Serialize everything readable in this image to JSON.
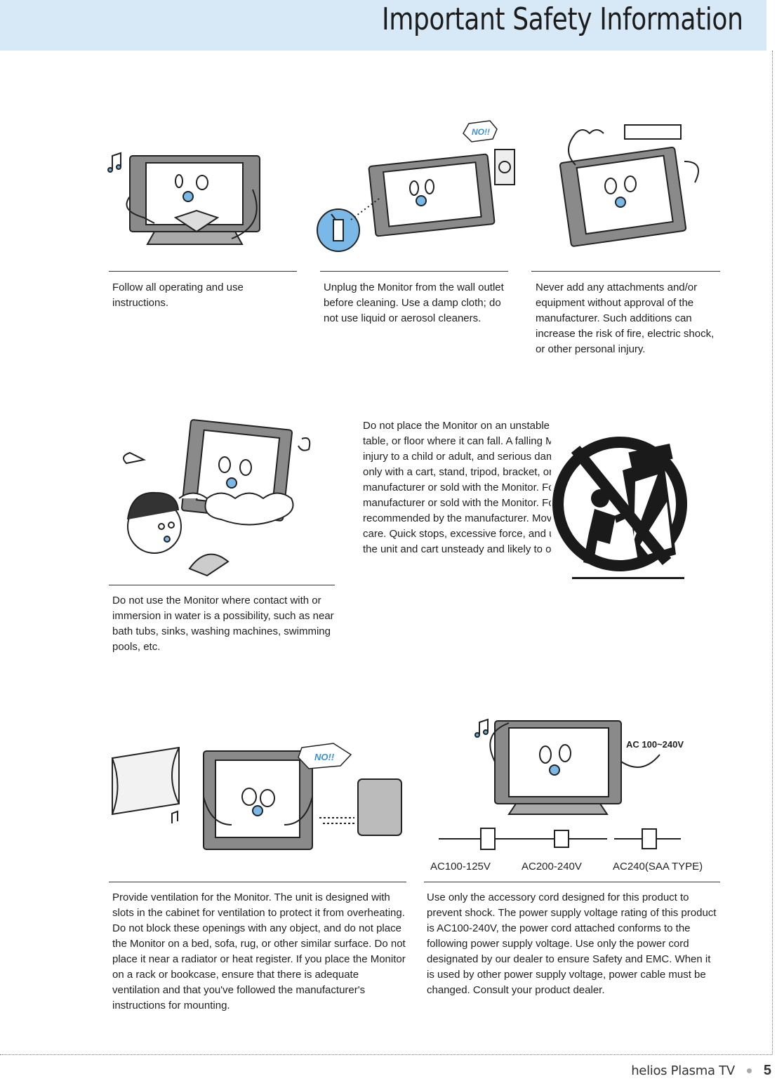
{
  "header": {
    "title": "Important Safety Information"
  },
  "items": [
    {
      "text": "Follow all operating and use instructions."
    },
    {
      "text": "Unplug the Monitor from the wall outlet before cleaning. Use a damp cloth; do not use liquid or aerosol cleaners.",
      "badge": "NO!!"
    },
    {
      "text": "Never add any attachments and/or equipment without approval of the manufacturer. Such additions can increase the risk of fire, electric shock, or other personal injury."
    },
    {
      "text": "Do not use the Monitor where contact with or immersion in water is a possibility, such as near bath tubs, sinks, washing machines, swimming pools, etc."
    },
    {
      "text": "Do not place the Monitor on an unstable cart, stand, tripod, bracket, table, or floor where it can fall. A falling Monitor can cause serious injury to a child or adult, and serious damage to the appliance. Use  only with a cart, stand, tripod, bracket, or table recommended by the manufacturer or sold with the Monitor. Follow the manufacturer's manufacturer or sold with the Monitor.  Follow the manufacturer's recommended by the manufacturer. Move the Monitor and cart with care. Quick stops, excessive force, and uneven surfaces can make the unit and cart unsteady and likely to overturn."
    },
    {
      "text": "Provide ventilation for the Monitor. The unit is designed with slots in the cabinet for ventilation to protect it from overheating. Do not block these openings with any object, and do not place the Monitor on a bed, sofa, rug, or other similar surface. Do not place it near a radiator or heat register. If you place the Monitor on a rack or bookcase, ensure that there is adequate ventilation and that you've followed the manufacturer's instructions for mounting.",
      "badge": "NO!!"
    },
    {
      "text": "Use only the accessory cord designed for this product to prevent shock. The power supply voltage rating of this product is AC100-240V, the power cord attached conforms to the following power supply voltage. Use only the power cord designated by our dealer to ensure Safety and EMC. When it is used by other power supply voltage, power cable must be changed. Consult your product dealer.",
      "voltage_label": "AC 100~240V",
      "plug_labels": [
        "AC100-125V",
        "AC200-240V",
        "AC240(SAA TYPE)"
      ]
    }
  ],
  "footer": {
    "brand": "helios Plasma TV",
    "page": "5"
  }
}
